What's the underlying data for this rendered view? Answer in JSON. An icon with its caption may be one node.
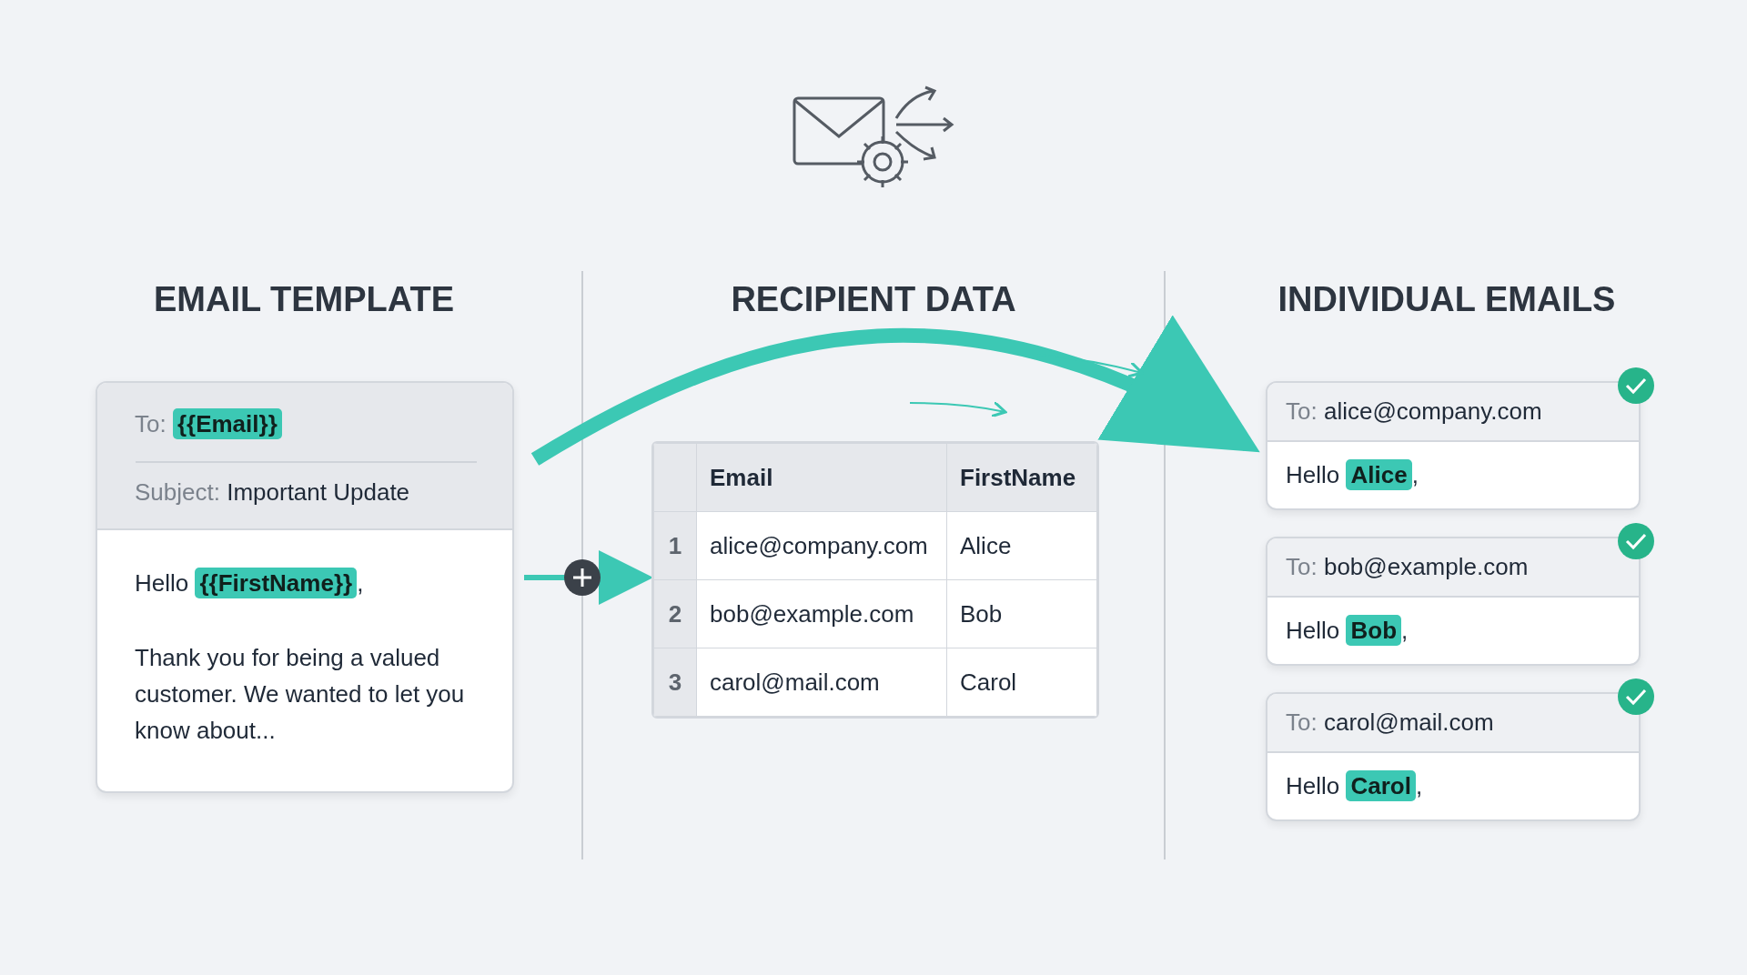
{
  "diagram": {
    "nodes": [
      {
        "text": [
          "To: **{{Email}}**",
          "Subject: Important Update",
          "Hello **{{FirstName}}**,",
          "Thank you for being a valued customer. We wanted to let you know about..."
        ]
      },
      {
        "text": [
          "Email",
          "FirstName",
          "1",
          "alice@company.com",
          "Alice",
          "2",
          "bob@example.com",
          "Bob",
          "3",
          "carol@mail.com",
          "Carol"
        ]
      },
      {
        "text": [
          "To: alice@company.com",
          "Hello **Alice**,"
        ]
      },
      {
        "text": [
          "To: bob@example.com",
          "Hello **Bob**,"
        ]
      },
      {
        "text": [
          "To: carol@mail.com",
          "Hello **Carol**,"
        ]
      }
    ],
    "edges": [
      {
        "from": 0,
        "to": 1,
        "arrow": "to"
      },
      {
        "from": 0,
        "to": 2,
        "arrow": "to",
        "style": "thick"
      }
    ],
    "labels": [
      "EMAIL TEMPLATE",
      "RECIPIENT DATA",
      "INDIVIDUAL EMAILS"
    ]
  }
}
